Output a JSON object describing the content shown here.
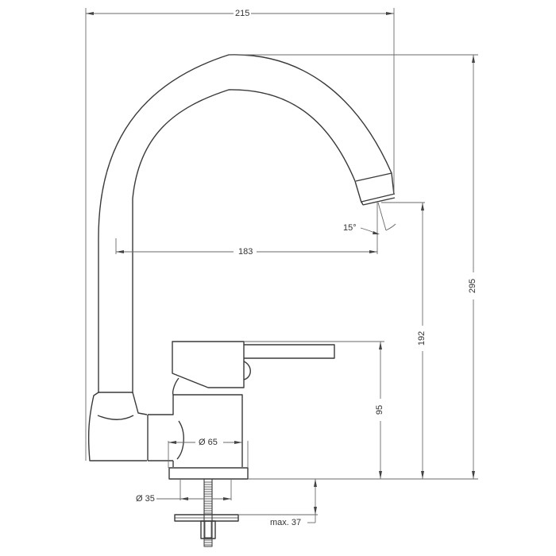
{
  "drawing": {
    "subject": "Single-lever kitchen faucet with swivel spout - technical dimension drawing",
    "units": "mm",
    "stroke_color": "#3a3a3a",
    "dimension_color": "#6a6a6a",
    "background": "#ffffff"
  },
  "dimensions": {
    "overall_width": "215",
    "spout_reach": "183",
    "spout_angle": "15°",
    "overall_height": "295",
    "spout_outlet_height": "192",
    "body_height": "95",
    "body_diameter": "Ø 65",
    "mounting_hole_diameter": "Ø 35",
    "max_countertop_thickness": "max. 37"
  }
}
